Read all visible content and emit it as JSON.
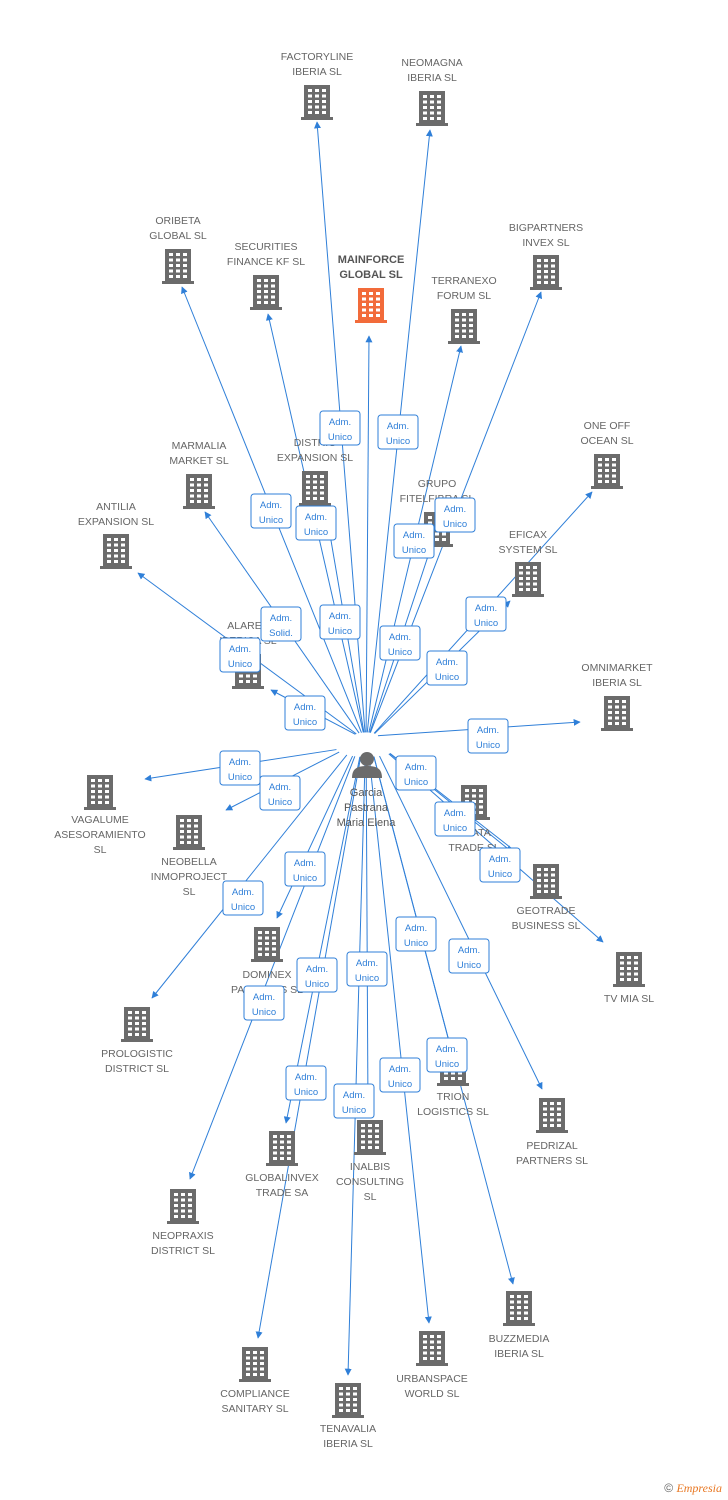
{
  "person": {
    "name_lines": [
      "Garcia",
      "Pastrana",
      "Maria Elena"
    ]
  },
  "colors": {
    "edge": "#2f7fd8",
    "building": "#6b6b6b",
    "building_highlight": "#f26b3a"
  },
  "footer": {
    "copyright": "©",
    "brand": "Empresia"
  },
  "companies": [
    {
      "id": "factoryline",
      "lines": [
        "FACTORYLINE",
        "IBERIA SL"
      ],
      "role": []
    },
    {
      "id": "neomagna",
      "lines": [
        "NEOMAGNA",
        "IBERIA SL"
      ],
      "role": [
        "Adm.",
        "Unico"
      ]
    },
    {
      "id": "oribeta",
      "lines": [
        "ORIBETA",
        "GLOBAL SL"
      ],
      "role": [
        "Adm.",
        "Unico"
      ]
    },
    {
      "id": "securities",
      "lines": [
        "SECURITIES",
        "FINANCE KF SL"
      ],
      "role": [
        "Adm.",
        "Unico"
      ]
    },
    {
      "id": "mainforce",
      "lines": [
        "MAINFORCE",
        "GLOBAL SL"
      ],
      "role": [
        "Adm.",
        "Unico"
      ],
      "highlight": true
    },
    {
      "id": "terranexo",
      "lines": [
        "TERRANEXO",
        "FORUM SL"
      ],
      "role": [
        "Adm.",
        "Unico"
      ]
    },
    {
      "id": "bigpartners",
      "lines": [
        "BIGPARTNERS",
        "INVEX SL"
      ],
      "role": [
        "Adm.",
        "Unico"
      ]
    },
    {
      "id": "marmalia",
      "lines": [
        "MARMALIA",
        "MARKET SL"
      ],
      "role": [
        "Adm.",
        "Solid."
      ]
    },
    {
      "id": "distrig",
      "lines": [
        "DISTRIG",
        "EXPANSION SL"
      ],
      "role": [
        "Adm.",
        "Unico"
      ]
    },
    {
      "id": "grupo",
      "lines": [
        "GRUPO",
        "FITELFIBRA SL"
      ],
      "role": [
        "Adm.",
        "Unico"
      ]
    },
    {
      "id": "oneoff",
      "lines": [
        "ONE OFF",
        "OCEAN SL"
      ],
      "role": [
        "Adm.",
        "Unico"
      ]
    },
    {
      "id": "antilia",
      "lines": [
        "ANTILIA",
        "EXPANSION SL"
      ],
      "role": [
        "Adm.",
        "Unico"
      ]
    },
    {
      "id": "eficax",
      "lines": [
        "EFICAX",
        "SYSTEM SL"
      ],
      "role": [
        "Adm.",
        "Unico"
      ]
    },
    {
      "id": "alares",
      "lines": [
        "ALARES",
        "IBERICA SL"
      ],
      "role": [
        "Adm.",
        "Unico"
      ]
    },
    {
      "id": "omnimarket",
      "lines": [
        "OMNIMARKET",
        "IBERIA SL"
      ],
      "role": [
        "Adm.",
        "Unico"
      ]
    },
    {
      "id": "vagalume",
      "lines": [
        "VAGALUME",
        "ASESORAMIENTO",
        "SL"
      ],
      "role": [
        "Adm.",
        "Unico"
      ]
    },
    {
      "id": "neobella",
      "lines": [
        "NEOBELLA",
        "INMOPROJECT",
        "SL"
      ],
      "role": [
        "Adm.",
        "Unico"
      ]
    },
    {
      "id": "bdata",
      "lines": [
        "BDATA",
        "TRADE SL"
      ],
      "role": [
        "Adm.",
        "Unico"
      ]
    },
    {
      "id": "geotrade",
      "lines": [
        "GEOTRADE",
        "BUSINESS SL"
      ],
      "role": [
        "Adm.",
        "Unico"
      ]
    },
    {
      "id": "tvmia",
      "lines": [
        "TV MIA SL"
      ],
      "role": [
        "Adm.",
        "Unico"
      ]
    },
    {
      "id": "prologistic",
      "lines": [
        "PROLOGISTIC",
        "DISTRICT SL"
      ],
      "role": [
        "Adm.",
        "Unico"
      ]
    },
    {
      "id": "dominex",
      "lines": [
        "DOMINEX",
        "PARTNERS SL"
      ],
      "role": [
        "Adm.",
        "Unico"
      ]
    },
    {
      "id": "trion",
      "lines": [
        "TRION",
        "LOGISTICS SL"
      ],
      "role": [
        "Adm.",
        "Unico"
      ]
    },
    {
      "id": "pedrizal",
      "lines": [
        "PEDRIZAL",
        "PARTNERS SL"
      ],
      "role": [
        "Adm.",
        "Unico"
      ]
    },
    {
      "id": "globalinvex",
      "lines": [
        "GLOBALINVEX",
        "TRADE SA"
      ],
      "role": [
        "Adm.",
        "Unico"
      ]
    },
    {
      "id": "inalbis",
      "lines": [
        "INALBIS",
        "CONSULTING",
        "SL"
      ],
      "role": [
        "Adm.",
        "Unico"
      ]
    },
    {
      "id": "neopraxis",
      "lines": [
        "NEOPRAXIS",
        "DISTRICT SL"
      ],
      "role": [
        "Adm.",
        "Unico"
      ]
    },
    {
      "id": "buzzmedia",
      "lines": [
        "BUZZMEDIA",
        "IBERIA SL"
      ],
      "role": [
        "Adm.",
        "Unico"
      ]
    },
    {
      "id": "urbanspace",
      "lines": [
        "URBANSPACE",
        "WORLD SL"
      ],
      "role": [
        "Adm.",
        "Unico"
      ]
    },
    {
      "id": "compliance",
      "lines": [
        "COMPLIANCE",
        "SANITARY SL"
      ],
      "role": [
        "Adm.",
        "Unico"
      ]
    },
    {
      "id": "tenavalia",
      "lines": [
        "TENAVALIA",
        "IBERIA SL"
      ],
      "role": [
        "Adm.",
        "Unico"
      ]
    }
  ]
}
